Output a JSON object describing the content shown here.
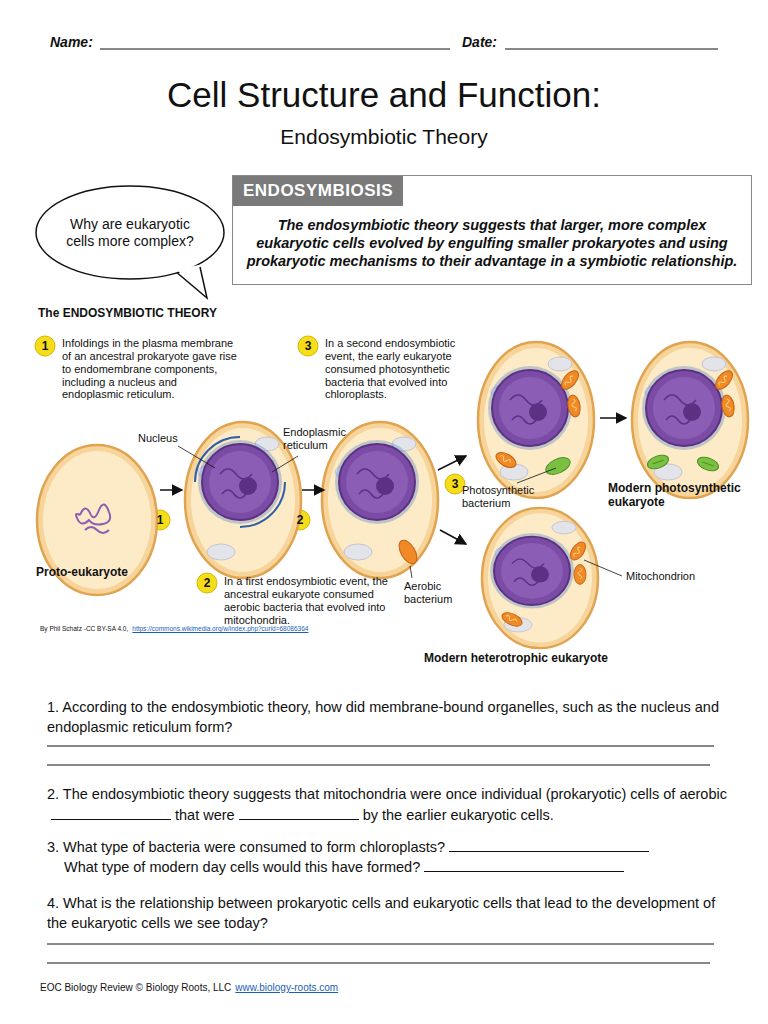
{
  "diagram": {
    "title": "Cell Structure and Function:",
    "nodes": [
      {
        "text": [
          "Why are eukaryotic cells more complex?"
        ]
      },
      {
        "text": [
          "ENDOSYMBIOSIS",
          "The endosymbiotic theory suggests that larger, more complex eukaryotic cells evolved by engulfing smaller prokaryotes and using prokaryotic mechanisms to their advantage in a symbiotic relationship."
        ]
      }
    ],
    "labels": [
      "Name:",
      "Date:",
      "Endosymbiotic Theory",
      "The ENDOSYMBIOTIC THEORY",
      "1",
      "Infoldings in the plasma membrane of an ancestral prokaryote gave rise to endomembrane components, including a nucleus and endoplasmic reticulum.",
      "3",
      "In a second endosymbiotic event, the early eukaryote consumed photosynthetic bacteria that evolved into chloroplasts.",
      "Nucleus",
      "Endoplasmic reticulum",
      "Proto-eukaryote",
      "1",
      "2",
      "3",
      "Photosynthetic bacterium",
      "Modern photosynthetic eukaryote",
      "Mitochondrion",
      "Aerobic bacterium",
      "2",
      "In a first endosymbiotic event, the ancestral eukaryote consumed aerobic bacteria that evolved into mitochondria.",
      "By Phil Schatz -CC BY-SA 4.0,",
      "https://commons.wikimedia.org/w/index.php?curid=68086364",
      "Modern heterotrophic eukaryote",
      "1. According to the endosymbiotic theory, how did membrane-bound organelles, such as the nucleus and endoplasmic reticulum form?",
      "2. The endosymbiotic theory suggests that mitochondria were once individual (prokaryotic) cells of aerobic",
      "that were",
      "by the earlier eukaryotic cells.",
      "3. What type of bacteria were consumed to form chloroplasts?",
      "What type of modern day cells would this have formed?",
      "4. What is the relationship between prokaryotic cells and eukaryotic cells that lead to the development of the eukaryotic cells we see today?",
      "EOC Biology Review © Biology Roots, LLC",
      "www.biology-roots.com"
    ]
  }
}
